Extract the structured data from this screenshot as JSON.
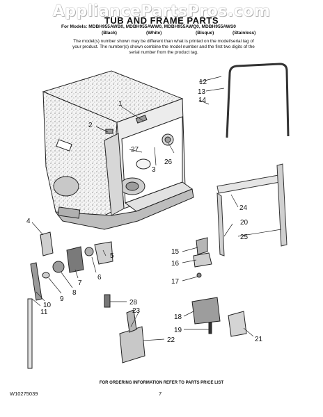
{
  "watermark": "AppliancePartsPros.com",
  "title": "TUB AND FRAME PARTS",
  "models_line": "For Models: MDBH955AWB0, MDBH955AWW0, MDBH955AWQ0, MDBH955AWS0",
  "finishes": [
    "(Black)",
    "(White)",
    "(Bisque)",
    "(Stainless)"
  ],
  "note": "The model(s) number shown may be different than what is printed on the model/serial tag of your product. The number(s) shown combine the model number and the first two digits of the serial number from the product tag.",
  "footer": "FOR ORDERING INFORMATION REFER TO PARTS PRICE LIST",
  "document_number": "W10275039",
  "page_number": "7",
  "callouts": [
    "1",
    "2",
    "3",
    "4",
    "5",
    "6",
    "7",
    "8",
    "9",
    "10",
    "11",
    "12",
    "13",
    "14",
    "15",
    "16",
    "17",
    "18",
    "19",
    "20",
    "21",
    "22",
    "23",
    "24",
    "25",
    "26",
    "27",
    "28"
  ]
}
